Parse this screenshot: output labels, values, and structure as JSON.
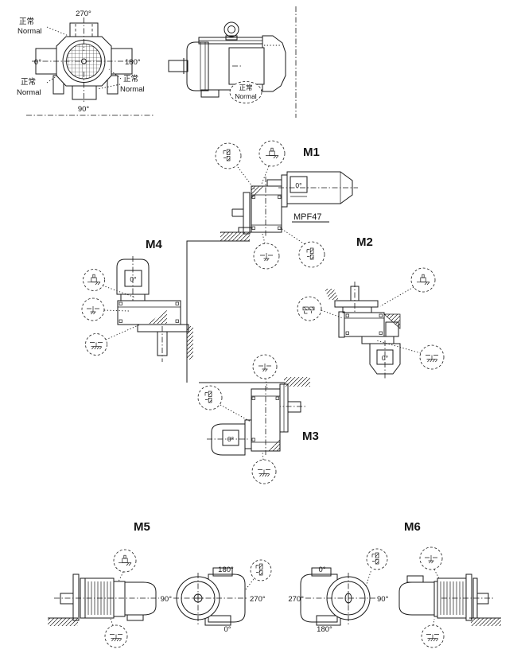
{
  "front_view": {
    "angle_top": "270°",
    "angle_left": "0°",
    "angle_right": "180°",
    "angle_bottom": "90°",
    "normal_cn": "正常",
    "normal_en": "Normal"
  },
  "side_view": {
    "normal_cn": "正常",
    "normal_en": "Normal"
  },
  "unit": {
    "model": "MPF47",
    "terminal_angle": "0°"
  },
  "positions": {
    "m1": "M1",
    "m2": "M2",
    "m3": "M3",
    "m4": "M4",
    "m5": "M5",
    "m6": "M6"
  },
  "m5_end_view": {
    "angle_top": "180°",
    "angle_left": "90°",
    "angle_right": "270°",
    "angle_bottom": "0°"
  },
  "m6_end_view": {
    "angle_top": "0°",
    "angle_left": "270°",
    "angle_right": "90°",
    "angle_bottom": "180°"
  },
  "icons": {
    "breather_plug": "breather-plug-icon",
    "oil_level_plug": "oil-level-plug-icon",
    "oil_drain_plug": "oil-drain-plug-icon",
    "screw_plug": "screw-plug-icon"
  },
  "colors": {
    "line": "#1a1a1a",
    "background": "#ffffff"
  }
}
